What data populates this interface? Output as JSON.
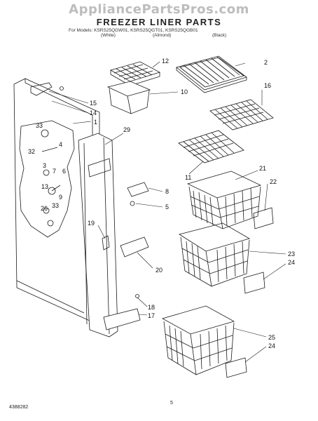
{
  "watermark": "AppliancePartsPros.com",
  "title": "FREEZER LINER PARTS",
  "models": {
    "prefix": "For Models:",
    "list": "KSRS25QGW01, KSRS25QGT01, KSRS25QGB01",
    "colors": [
      "(White)",
      "(Almond)",
      "(Black)"
    ]
  },
  "callouts": [
    "12",
    "2",
    "10",
    "16",
    "15",
    "14",
    "1",
    "29",
    "33",
    "4",
    "32",
    "6",
    "3",
    "7",
    "13",
    "9",
    "33",
    "26",
    "11",
    "21",
    "22",
    "8",
    "5",
    "19",
    "23",
    "24",
    "20",
    "18",
    "17",
    "25",
    "24"
  ],
  "footer": {
    "doc_number": "4388282",
    "page_number": "5"
  },
  "colors": {
    "ink": "#1a1a1a",
    "watermark": "#bdbdbd",
    "background": "#ffffff"
  }
}
